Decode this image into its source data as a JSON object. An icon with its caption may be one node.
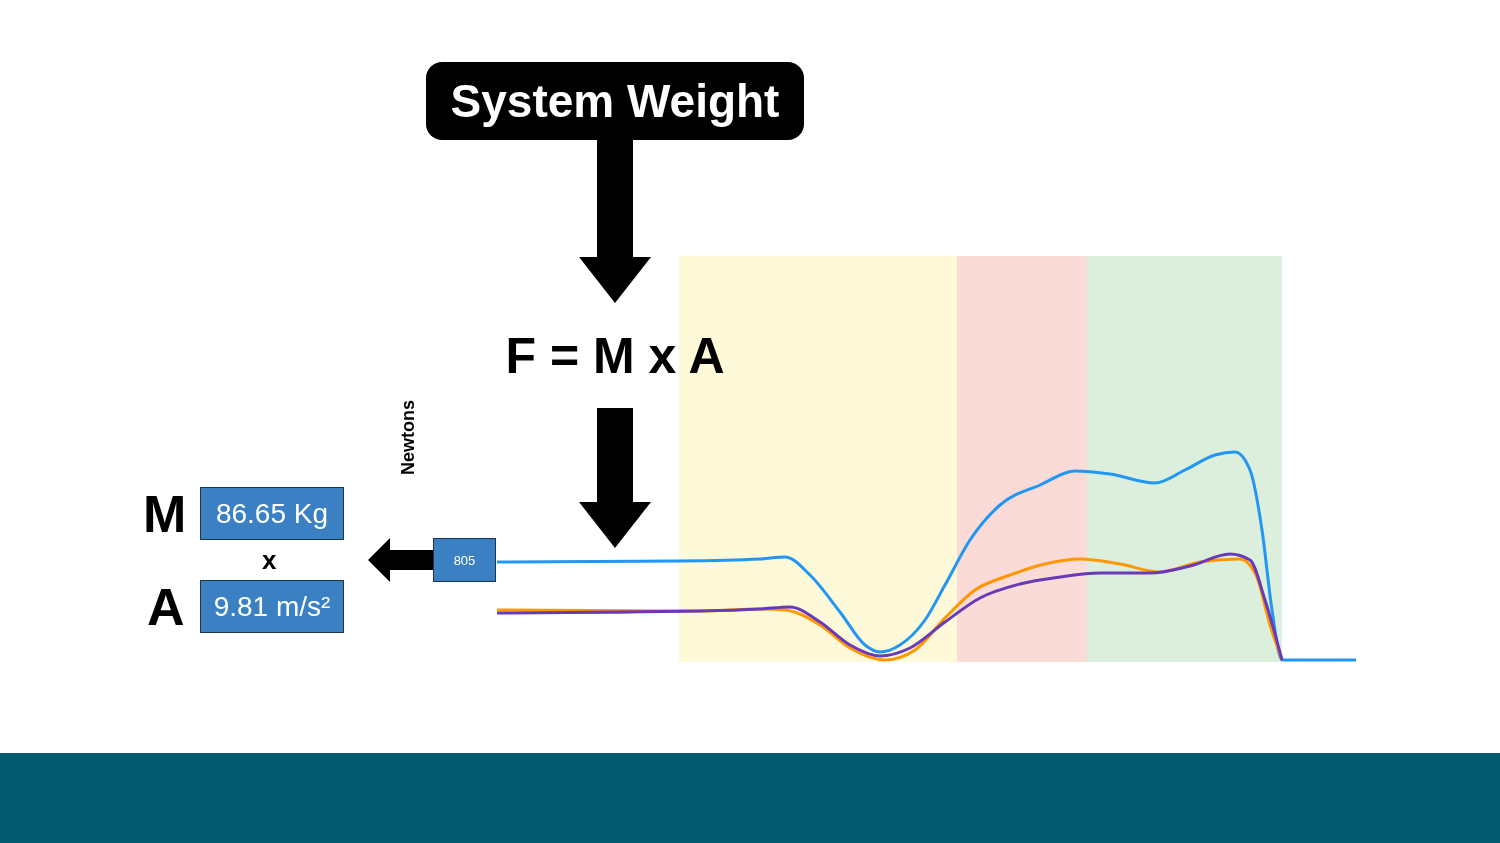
{
  "diagram": {
    "nodes": [
      {
        "text": [
          "System Weight"
        ]
      },
      {
        "text": [
          "F = M x A"
        ]
      },
      {
        "text": [
          "805"
        ]
      },
      {
        "text": [
          "86.65 Kg"
        ]
      },
      {
        "text": [
          "9.81 m/s²"
        ]
      }
    ],
    "edges": [
      {
        "from": 0,
        "to": 1,
        "arrow": "to"
      },
      {
        "from": 1,
        "to": null,
        "arrow": "to"
      },
      {
        "from": 2,
        "to": null,
        "arrow": "to"
      }
    ],
    "labels": [
      "Newtons",
      "M",
      "x",
      "A"
    ]
  }
}
